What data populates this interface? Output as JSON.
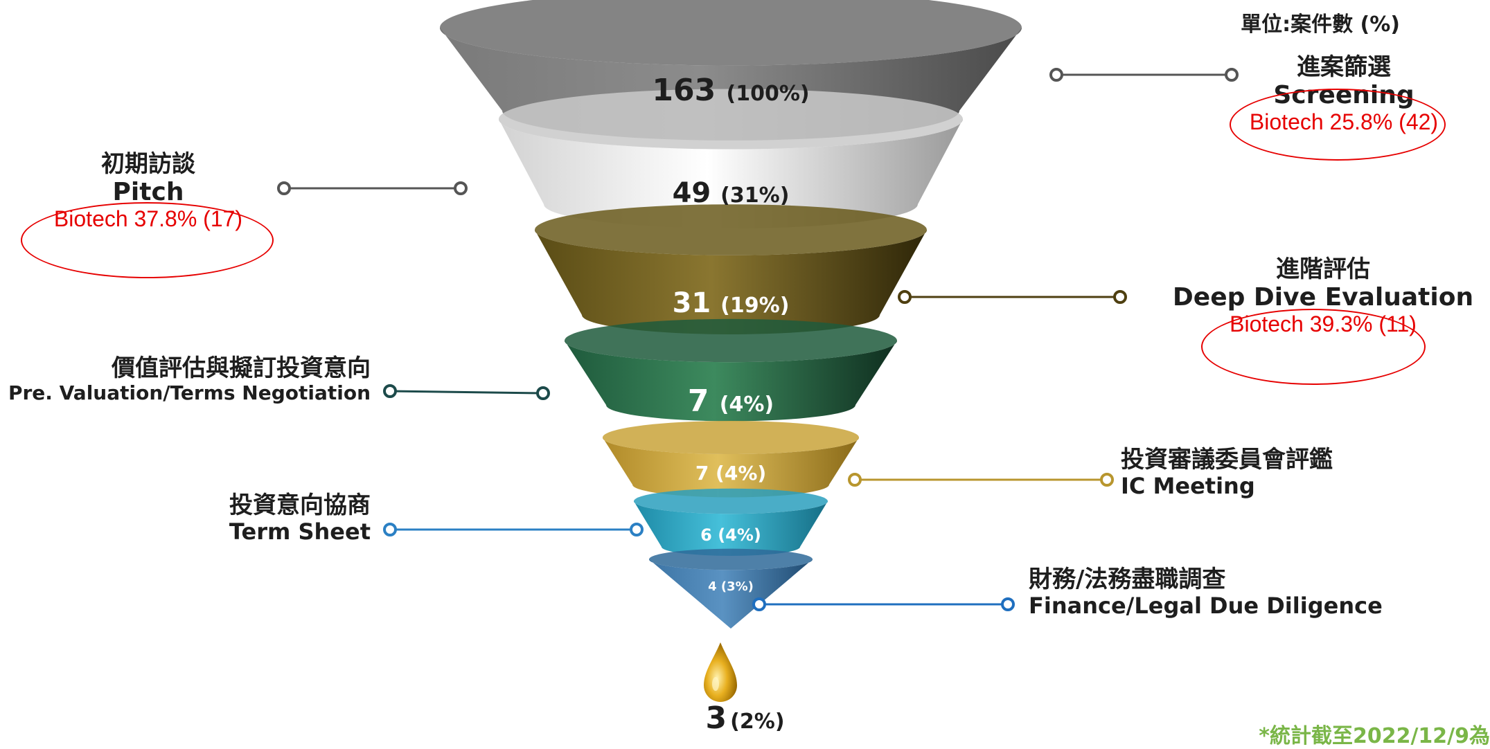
{
  "unit_note": "單位:案件數 (%)",
  "footnote": "*統計截至2022/12/9為",
  "stages": [
    {
      "count": "163",
      "pct": "(100%)",
      "zh": "進案篩選",
      "en": "Screening",
      "biotech": "Biotech 25.8% (42)",
      "color": "#6e6e6e"
    },
    {
      "count": "49",
      "pct": "(31%)",
      "zh": "初期訪談",
      "en": "Pitch",
      "biotech": "Biotech 37.8% (17)",
      "color": "#c9c9c9"
    },
    {
      "count": "31",
      "pct": "(19%)",
      "zh": "進階評估",
      "en": "Deep Dive Evaluation",
      "biotech": "Biotech 39.3% (11)",
      "color": "#6a5a1c"
    },
    {
      "count": "7",
      "pct": "(4%)",
      "zh": "價值評估與擬訂投資意向",
      "en": "Pre. Valuation/Terms Negotiation",
      "color": "#1f5a3c"
    },
    {
      "count": "7",
      "pct": "(4%)",
      "zh": "投資審議委員會評鑑",
      "en": "IC Meeting",
      "color": "#c9a33a"
    },
    {
      "count": "6",
      "pct": "(4%)",
      "zh": "投資意向協商",
      "en": "Term Sheet",
      "color": "#2a9fbd"
    },
    {
      "count": "4",
      "pct": "(3%)",
      "zh": "財務/法務盡職調查",
      "en": "Finance/Legal Due Diligence",
      "color": "#2f6a99"
    }
  ],
  "final": {
    "count": "3",
    "pct": "(2%)"
  },
  "icons": {
    "drop": "oil-drop-icon"
  }
}
